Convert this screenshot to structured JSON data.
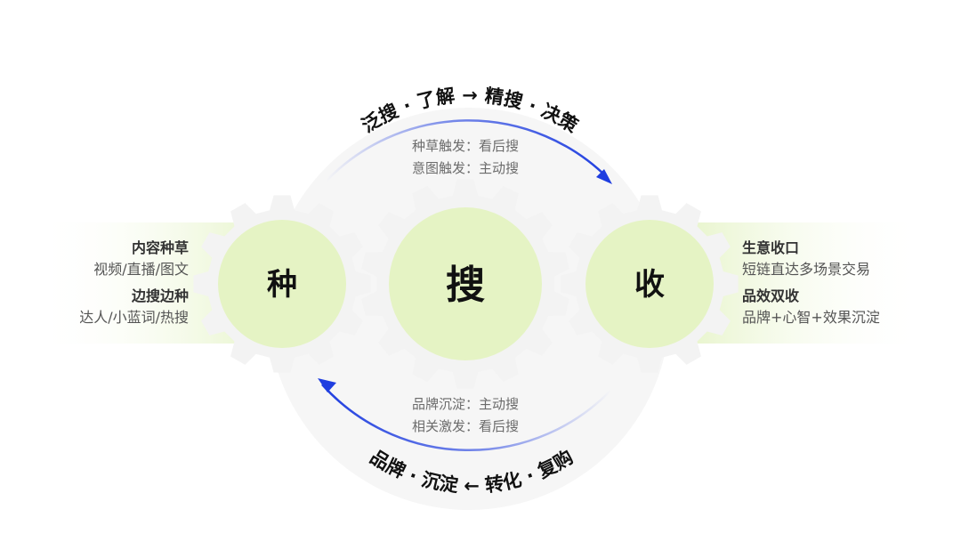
{
  "top_arc": {
    "label": "泛搜 · 了解 → 精搜 · 决策",
    "notes": [
      "种草触发：看后搜",
      "意图触发：主动搜"
    ]
  },
  "bottom_arc": {
    "label": "品牌 · 沉淀 ← 转化 · 复购",
    "notes": [
      "品牌沉淀：主动搜",
      "相关激发：看后搜"
    ]
  },
  "nodes": {
    "left": "种",
    "center": "搜",
    "right": "收"
  },
  "left_panel": [
    {
      "title": "内容种草",
      "desc": "视频/直播/图文"
    },
    {
      "title": "边搜边种",
      "desc": "达人/小蓝词/热搜"
    }
  ],
  "right_panel": [
    {
      "title": "生意收口",
      "desc": "短链直达多场景交易"
    },
    {
      "title": "品效双收",
      "desc": "品牌+心智+效果沉淀"
    }
  ],
  "colors": {
    "node_fill": "#e5f3c4",
    "gear_fill": "#f3f3f3",
    "arrow": "#1f3ee0",
    "band": "#eef7d8"
  }
}
